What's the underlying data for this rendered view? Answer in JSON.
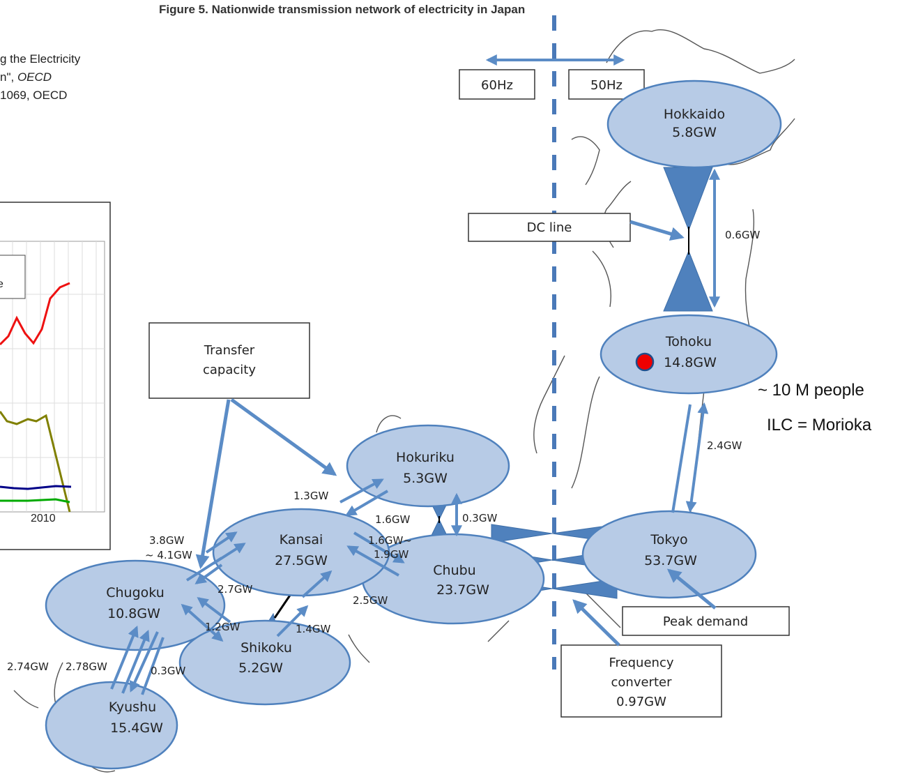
{
  "figure_title": "Figure 5. Nationwide transmission network of electricity in Japan",
  "reference_text": {
    "line1": "g the Electricity",
    "line2_plain": "n\",",
    "line2_italic": "OECD",
    "line3": "1069, OECD"
  },
  "partial_chart": {
    "legend_fragment": "e",
    "tick_label": "2010",
    "colors": {
      "red": "#ee1111",
      "olive": "#808000",
      "navy": "#000088",
      "green": "#00aa00"
    }
  },
  "frequency_labels": {
    "west": "60Hz",
    "east": "50Hz"
  },
  "regions": [
    {
      "id": "hokkaido",
      "name": "Hokkaido",
      "capacity": "5.8GW"
    },
    {
      "id": "tohoku",
      "name": "Tohoku",
      "capacity": "14.8GW"
    },
    {
      "id": "hokuriku",
      "name": "Hokuriku",
      "capacity": "5.3GW"
    },
    {
      "id": "kansai",
      "name": "Kansai",
      "capacity": "27.5GW"
    },
    {
      "id": "chubu",
      "name": "Chubu",
      "capacity": "23.7GW"
    },
    {
      "id": "tokyo",
      "name": "Tokyo",
      "capacity": "53.7GW"
    },
    {
      "id": "chugoku",
      "name": "Chugoku",
      "capacity": "10.8GW"
    },
    {
      "id": "shikoku",
      "name": "Shikoku",
      "capacity": "5.2GW"
    },
    {
      "id": "kyushu",
      "name": "Kyushu",
      "capacity": "15.4GW"
    }
  ],
  "callouts": {
    "transfer_line1": "Transfer",
    "transfer_line2": "capacity",
    "dc_line": "DC line",
    "peak_demand": "Peak demand",
    "converter_line1": "Frequency",
    "converter_line2": "converter",
    "converter_line3": "0.97GW"
  },
  "link_capacities": {
    "hokkaido_tohoku": "0.6GW",
    "tohoku_tokyo": "2.4GW",
    "kansai_hokuriku": "1.3GW",
    "hokuriku_chubu_a": "1.6GW",
    "hokuriku_chubu_b": "0.3GW",
    "kansai_chubu_a": "1.6GW~",
    "kansai_chubu_b": "1.9GW",
    "kansai_chugoku_a": "3.8GW",
    "kansai_chugoku_b": "~ 4.1GW",
    "chugoku_shikoku": "2.7GW",
    "kansai_shikoku_dc": "2.5GW",
    "shikoku_kyushu_a": "1.2GW",
    "shikoku_kyushu_b": "1.4GW",
    "kyushu_a": "2.74GW",
    "kyushu_b": "2.78GW",
    "kyushu_c": "0.3GW"
  },
  "side_notes": {
    "population": "~ 10 M people",
    "ilc": "ILC = Morioka"
  },
  "colors": {
    "region_fill": "#b7cbe6",
    "region_stroke": "#4f81bd",
    "arrow": "#5b8cc6",
    "dash_line": "#4a79b8",
    "map_outline": "#555555",
    "marker": "#ee0000"
  }
}
